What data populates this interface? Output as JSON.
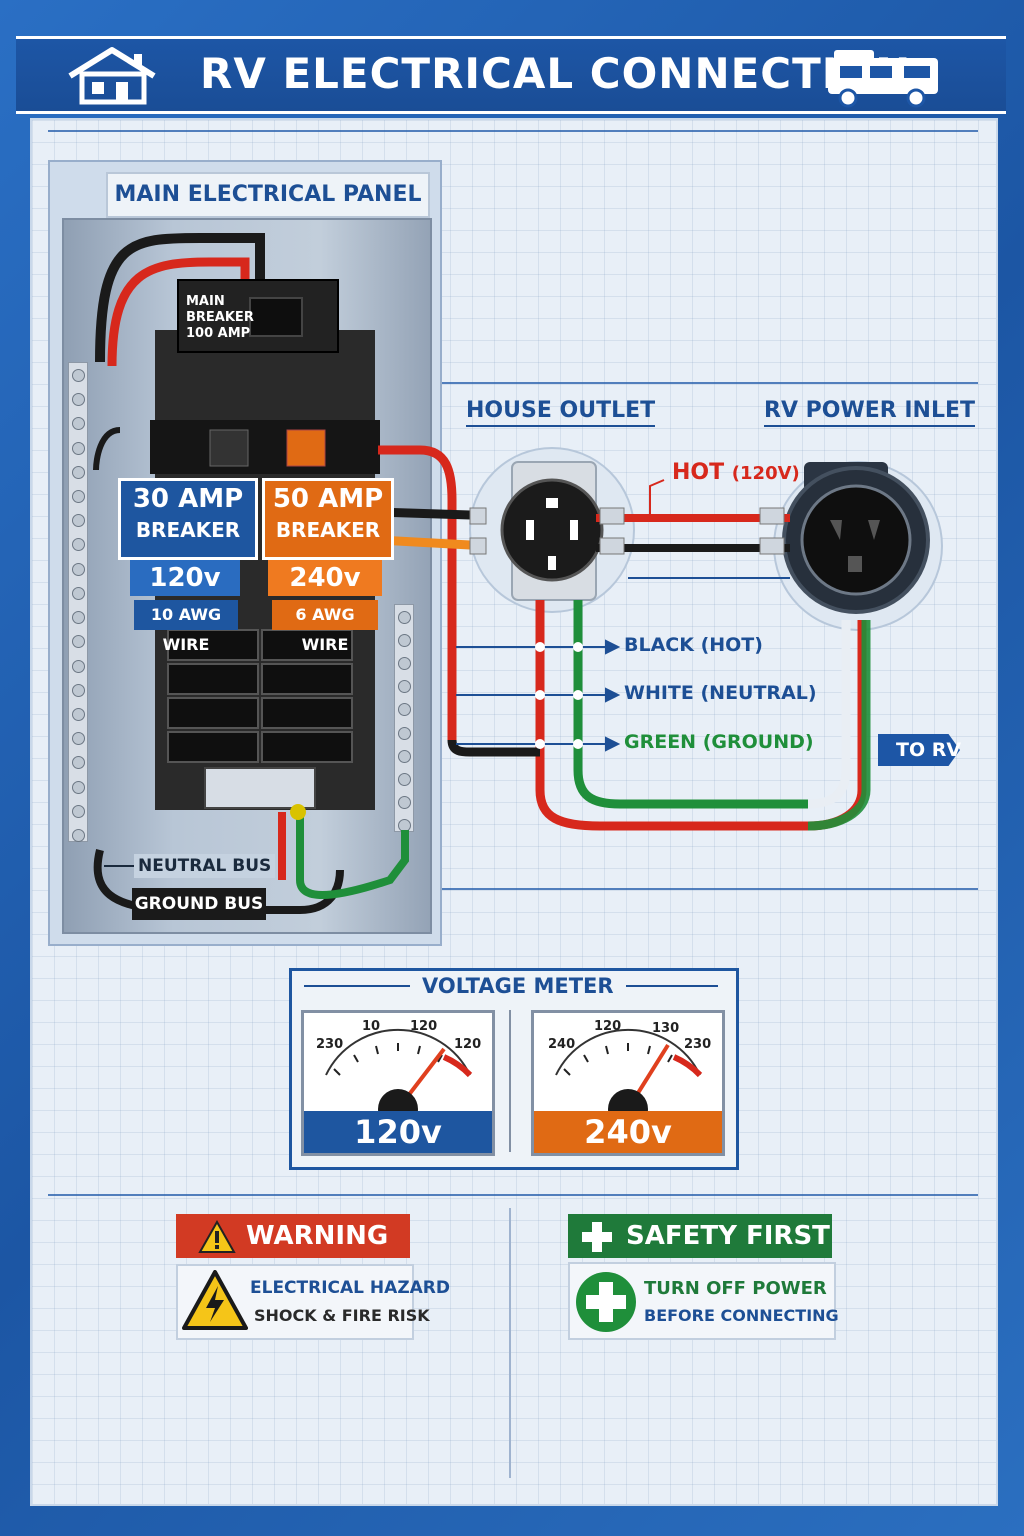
{
  "header": {
    "title": "RV ELECTRICAL CONNECTION"
  },
  "panel": {
    "title": "MAIN ELECTRICAL PANEL",
    "main_breaker": [
      "MAIN",
      "BREAKER",
      "100 AMP"
    ],
    "breaker_30": {
      "amp": "30 AMP",
      "word": "BREAKER",
      "voltage": "120v",
      "wire": "10 AWG WIRE"
    },
    "breaker_50": {
      "amp": "50 AMP",
      "word": "BREAKER",
      "voltage": "240v",
      "wire": "6 AWG WIRE"
    },
    "neutral_bus": "NEUTRAL BUS",
    "ground_bus": "GROUND BUS"
  },
  "connection": {
    "house_outlet": "HOUSE OUTLET",
    "rv_inlet": "RV POWER INLET",
    "hot_label": "HOT",
    "hot_voltage": "(120V)",
    "black": "BLACK (HOT)",
    "white": "WHITE (NEUTRAL)",
    "green": "GREEN (GROUND)",
    "to_rv": "TO RV"
  },
  "meter": {
    "title": "VOLTAGE METER",
    "left": {
      "ticks": [
        "230",
        "10",
        "120",
        "120"
      ],
      "value": "120v"
    },
    "right": {
      "ticks": [
        "240",
        "120",
        "130",
        "230"
      ],
      "value": "240v"
    }
  },
  "warning": {
    "title": "WARNING",
    "line1": "ELECTRICAL HAZARD",
    "line2": "SHOCK & FIRE RISK"
  },
  "safety": {
    "title": "SAFETY FIRST",
    "line1": "TURN OFF POWER",
    "line2": "BEFORE CONNECTING"
  },
  "colors": {
    "blue": "#1e56a0",
    "orange": "#e06a14",
    "red": "#d7281c",
    "green": "#1f8f3a",
    "warning_red": "#d23a23",
    "safety_green": "#1f7a3a"
  }
}
